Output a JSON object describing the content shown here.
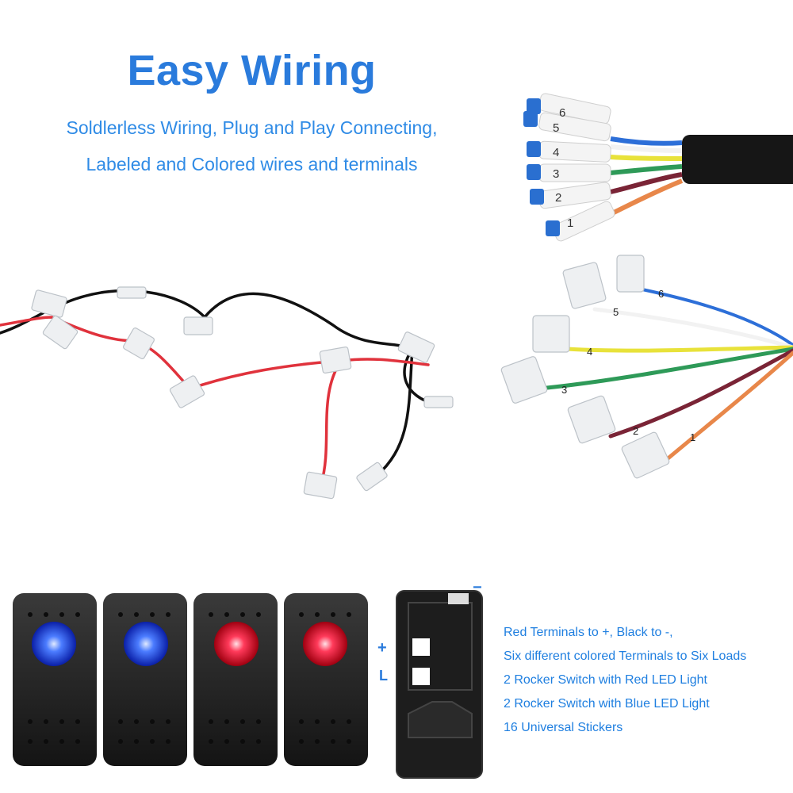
{
  "header": {
    "title": "Easy Wiring",
    "subtitle_line1": "Soldlerless Wiring, Plug and Play Connecting,",
    "subtitle_line2": "Labeled and Colored wires and terminals"
  },
  "harness_labels": {
    "connector_numbers": [
      "6",
      "5",
      "4",
      "3",
      "2",
      "1"
    ],
    "terminal_numbers": [
      "6",
      "5",
      "4",
      "3",
      "2",
      "1"
    ]
  },
  "wire_colors": {
    "red": "#e0323c",
    "black": "#111111",
    "blue": "#2d6fd8",
    "white": "#f2f2f2",
    "yellow": "#e8e23a",
    "green": "#2e9a58",
    "brown": "#7a2436",
    "orange": "#e8874a",
    "accent_text": "#2a7bdc"
  },
  "switch_diagram": {
    "minus_label": "−",
    "plus_label": "+",
    "load_label": "L"
  },
  "switches": [
    {
      "led": "blue"
    },
    {
      "led": "blue"
    },
    {
      "led": "red"
    },
    {
      "led": "red"
    }
  ],
  "notes": [
    "Red Terminals to +, Black to -,",
    "Six different colored Terminals to Six Loads",
    "2 Rocker Switch with Red LED Light",
    "2 Rocker Switch with Blue LED Light",
    "16 Universal Stickers"
  ]
}
